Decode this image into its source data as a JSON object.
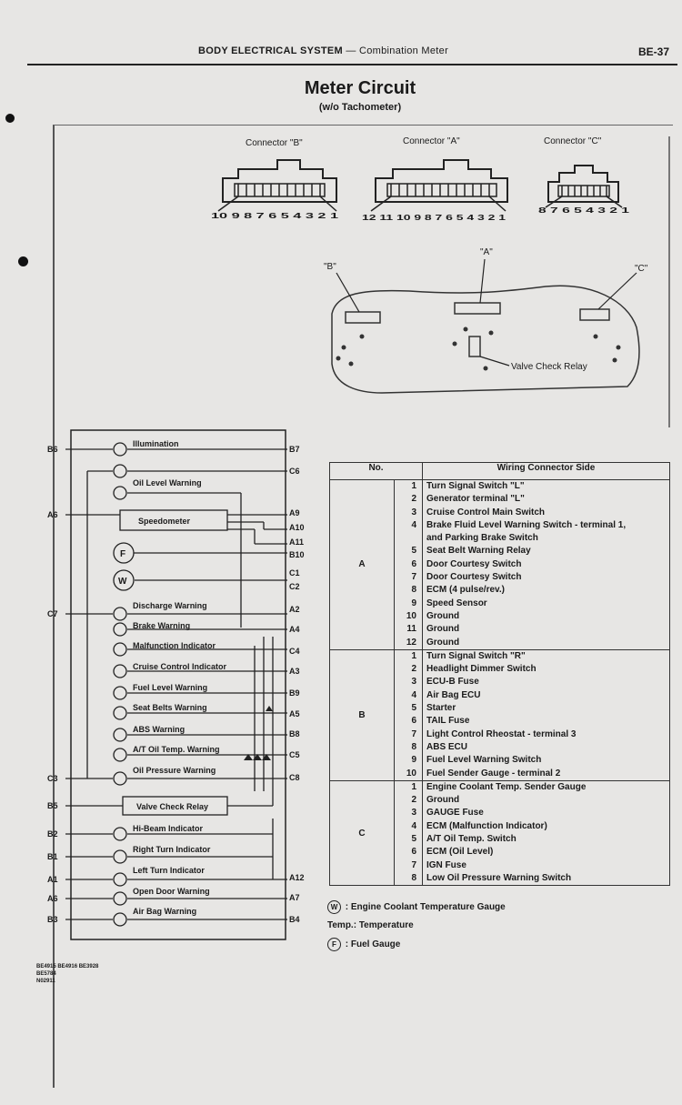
{
  "header": {
    "section": "BODY ELECTRICAL SYSTEM",
    "subsection": "— Combination Meter",
    "page": "BE-37"
  },
  "title": "Meter Circuit",
  "subtitle": "(w/o Tachometer)",
  "connectors": [
    {
      "name": "Connector \"B\"",
      "pins": "10 9 8 7 6 5 4 3 2 1"
    },
    {
      "name": "Connector \"A\"",
      "pins": "12 11 10 9 8 7 6 5 4 3 2 1"
    },
    {
      "name": "Connector \"C\"",
      "pins": "8 7 6 5 4 3 2 1"
    }
  ],
  "board_labels": {
    "b": "\"B\"",
    "a": "\"A\"",
    "c": "\"C\"",
    "relay": "Valve Check Relay"
  },
  "circuit": {
    "components": [
      "Illumination",
      "Oil Level Warning",
      "Speedometer",
      "Discharge Warning",
      "Brake Warning",
      "Malfunction Indicator",
      "Cruise Control Indicator",
      "Fuel Level Warning",
      "Seat Belts Warning",
      "ABS Warning",
      "A/T Oil Temp. Warning",
      "Oil Pressure Warning",
      "Valve Check Relay",
      "Hi-Beam Indicator",
      "Right Turn Indicator",
      "Left Turn Indicator",
      "Open Door Warning",
      "Air Bag Warning"
    ],
    "gauge_f": "F",
    "gauge_w": "W",
    "left_pins": [
      "B6",
      "A6",
      "C7",
      "C3",
      "B5",
      "B2",
      "B1",
      "A1",
      "A6",
      "B3"
    ],
    "right_pins": [
      "B7",
      "C6",
      "A9",
      "A10",
      "A11",
      "B10",
      "C1",
      "C2",
      "A2",
      "A4",
      "C4",
      "A3",
      "B9",
      "A5",
      "B8",
      "C5",
      "C8",
      "A12",
      "A7",
      "B4"
    ]
  },
  "table": {
    "col_no": "No.",
    "col_side": "Wiring Connector Side",
    "groups": [
      {
        "name": "A",
        "rows": [
          {
            "n": "1",
            "d": "Turn Signal Switch \"L\""
          },
          {
            "n": "2",
            "d": "Generator terminal \"L\""
          },
          {
            "n": "3",
            "d": "Cruise Control Main Switch"
          },
          {
            "n": "4",
            "d": "Brake Fluid Level Warning Switch - terminal 1,"
          },
          {
            "n": "",
            "d": "and Parking Brake Switch"
          },
          {
            "n": "5",
            "d": "Seat Belt Warning Relay"
          },
          {
            "n": "6",
            "d": "Door Courtesy Switch"
          },
          {
            "n": "7",
            "d": "Door Courtesy Switch"
          },
          {
            "n": "8",
            "d": "ECM (4 pulse/rev.)"
          },
          {
            "n": "9",
            "d": "Speed Sensor"
          },
          {
            "n": "10",
            "d": "Ground"
          },
          {
            "n": "11",
            "d": "Ground"
          },
          {
            "n": "12",
            "d": "Ground"
          }
        ]
      },
      {
        "name": "B",
        "rows": [
          {
            "n": "1",
            "d": "Turn Signal Switch \"R\""
          },
          {
            "n": "2",
            "d": "Headlight Dimmer Switch"
          },
          {
            "n": "3",
            "d": "ECU-B Fuse"
          },
          {
            "n": "4",
            "d": "Air Bag ECU"
          },
          {
            "n": "5",
            "d": "Starter"
          },
          {
            "n": "6",
            "d": "TAIL Fuse"
          },
          {
            "n": "7",
            "d": "Light Control Rheostat - terminal 3"
          },
          {
            "n": "8",
            "d": "ABS ECU"
          },
          {
            "n": "9",
            "d": "Fuel Level Warning Switch"
          },
          {
            "n": "10",
            "d": "Fuel Sender Gauge - terminal 2"
          }
        ]
      },
      {
        "name": "C",
        "rows": [
          {
            "n": "1",
            "d": "Engine Coolant Temp. Sender Gauge"
          },
          {
            "n": "2",
            "d": "Ground"
          },
          {
            "n": "3",
            "d": "GAUGE Fuse"
          },
          {
            "n": "4",
            "d": "ECM (Malfunction Indicator)"
          },
          {
            "n": "5",
            "d": "A/T Oil Temp. Switch"
          },
          {
            "n": "6",
            "d": "ECM (Oil Level)"
          },
          {
            "n": "7",
            "d": "IGN Fuse"
          },
          {
            "n": "8",
            "d": "Low Oil Pressure Warning Switch"
          }
        ]
      }
    ]
  },
  "legend": [
    {
      "symbol": "W",
      "text": ": Engine Coolant Temperature Gauge"
    },
    {
      "symbol": "",
      "text": "Temp.: Temperature"
    },
    {
      "symbol": "F",
      "text": ": Fuel Gauge"
    }
  ],
  "figure_ids": [
    "BE4915  BE4916  BE3928",
    "BE5784",
    "N02911"
  ]
}
